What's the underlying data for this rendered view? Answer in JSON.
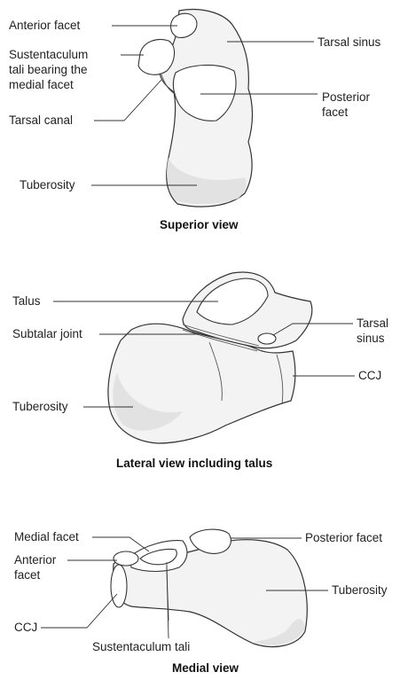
{
  "superior": {
    "labels": {
      "anterior_facet": "Anterior facet",
      "sustentaculum_1": "Sustentaculum",
      "sustentaculum_2": "tali bearing the",
      "sustentaculum_3": "medial facet",
      "tarsal_canal": "Tarsal canal",
      "tuberosity": "Tuberosity",
      "tarsal_sinus": "Tarsal sinus",
      "posterior_facet_1": "Posterior",
      "posterior_facet_2": "facet"
    },
    "caption": "Superior view"
  },
  "lateral": {
    "labels": {
      "talus": "Talus",
      "subtalar_joint": "Subtalar joint",
      "tuberosity": "Tuberosity",
      "tarsal_sinus_1": "Tarsal",
      "tarsal_sinus_2": "sinus",
      "ccj": "CCJ"
    },
    "caption": "Lateral view including talus"
  },
  "medial": {
    "labels": {
      "medial_facet": "Medial facet",
      "anterior_facet_1": "Anterior",
      "anterior_facet_2": "facet",
      "ccj": "CCJ",
      "sustentaculum_tali": "Sustentaculum tali",
      "posterior_facet": "Posterior facet",
      "tuberosity": "Tuberosity"
    },
    "caption": "Medial view"
  }
}
